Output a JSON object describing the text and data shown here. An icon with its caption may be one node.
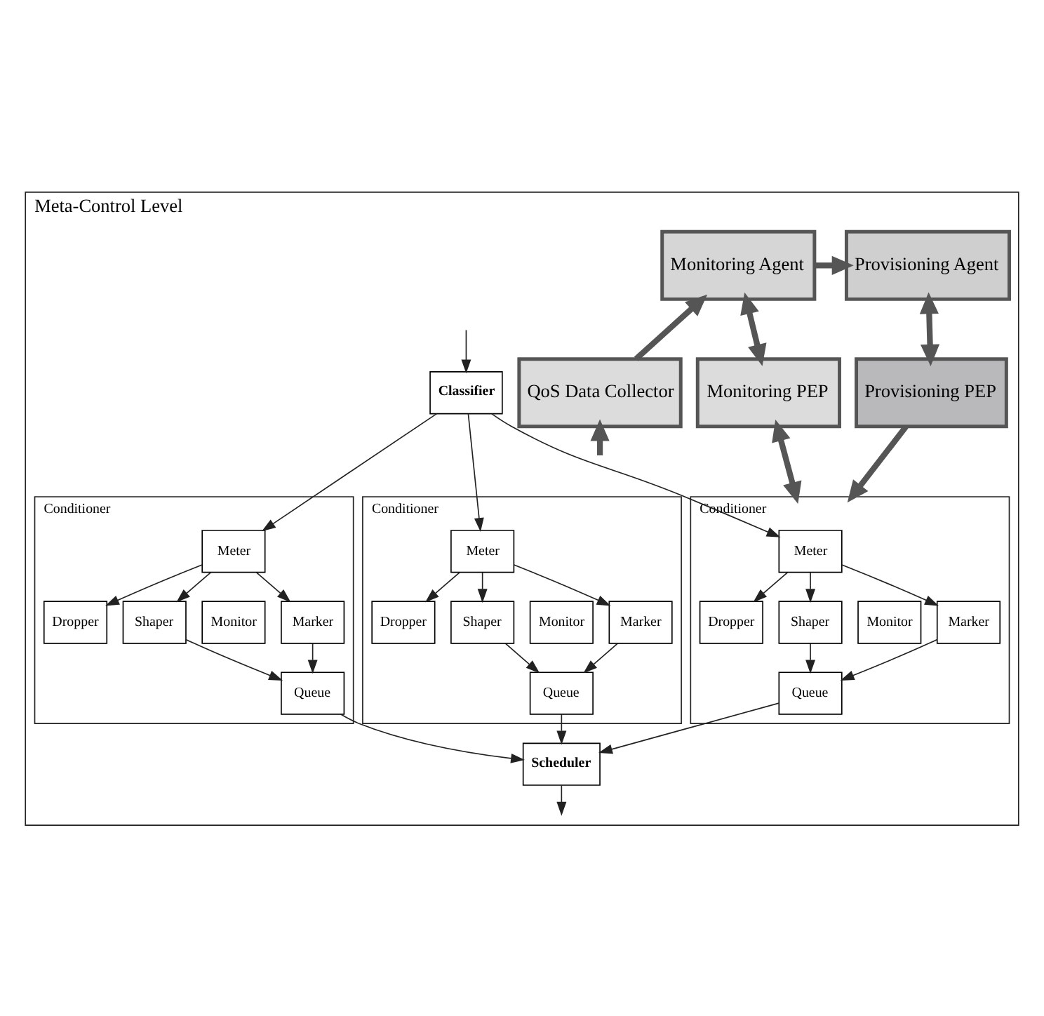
{
  "diagram": {
    "nodes": [
      {
        "text": [
          "Meta-Control Level"
        ]
      },
      {
        "text": [
          "Provisioning Agent"
        ],
        "in": 0
      },
      {
        "text": [
          "Monitoring Agent"
        ],
        "in": 0
      },
      {
        "text": [
          "Provisioning PEP"
        ],
        "in": 0
      },
      {
        "text": [
          "Monitoring PEP"
        ],
        "in": 0
      },
      {
        "text": [
          "QoS Data Collector"
        ],
        "in": 0
      },
      {
        "text": [
          "Classifier"
        ],
        "in": 0
      },
      {
        "text": [
          "Conditioner"
        ],
        "in": 0
      },
      {
        "text": [
          "Meter"
        ],
        "in": 7
      },
      {
        "text": [
          "Dropper"
        ],
        "in": 7
      },
      {
        "text": [
          "Shaper"
        ],
        "in": 7
      },
      {
        "text": [
          "Monitor"
        ],
        "in": 7
      },
      {
        "text": [
          "Marker"
        ],
        "in": 7
      },
      {
        "text": [
          "Queue"
        ],
        "in": 7
      },
      {
        "text": [
          "Conditioner"
        ],
        "in": 0
      },
      {
        "text": [
          "Meter"
        ],
        "in": 14
      },
      {
        "text": [
          "Dropper"
        ],
        "in": 14
      },
      {
        "text": [
          "Shaper"
        ],
        "in": 14
      },
      {
        "text": [
          "Monitor"
        ],
        "in": 14
      },
      {
        "text": [
          "Marker"
        ],
        "in": 14
      },
      {
        "text": [
          "Queue"
        ],
        "in": 14
      },
      {
        "text": [
          "Conditioner"
        ],
        "in": 0
      },
      {
        "text": [
          "Meter"
        ],
        "in": 21
      },
      {
        "text": [
          "Dropper"
        ],
        "in": 21
      },
      {
        "text": [
          "Shaper"
        ],
        "in": 21
      },
      {
        "text": [
          "Monitor"
        ],
        "in": 21
      },
      {
        "text": [
          "Marker"
        ],
        "in": 21
      },
      {
        "text": [
          "Queue"
        ],
        "in": 21
      },
      {
        "text": [
          "Scheduler"
        ],
        "in": 0
      }
    ],
    "edges": [
      {
        "from": 2,
        "to": 1,
        "arrow": "to",
        "style": "thick"
      },
      {
        "from": 5,
        "to": 2,
        "arrow": "to",
        "style": "thick"
      },
      {
        "from": 1,
        "to": 3,
        "arrow": "both",
        "style": "thick"
      },
      {
        "from": 2,
        "to": 4,
        "arrow": "both",
        "style": "thick"
      },
      {
        "from": 3,
        "to": 7,
        "arrow": "to",
        "style": "thick"
      },
      {
        "from": 4,
        "to": 7,
        "arrow": "both",
        "style": "thick"
      },
      {
        "from": null,
        "to": 5,
        "arrow": "to",
        "style": "thick"
      },
      {
        "from": null,
        "to": 6,
        "arrow": "to"
      },
      {
        "from": 6,
        "to": 8,
        "arrow": "to"
      },
      {
        "from": 6,
        "to": 15,
        "arrow": "to"
      },
      {
        "from": 6,
        "to": 22,
        "arrow": "to"
      },
      {
        "from": 8,
        "to": 9,
        "arrow": "to"
      },
      {
        "from": 8,
        "to": 10,
        "arrow": "to"
      },
      {
        "from": 8,
        "to": 12,
        "arrow": "to"
      },
      {
        "from": 10,
        "to": 13,
        "arrow": "to"
      },
      {
        "from": 12,
        "to": 13,
        "arrow": "to"
      },
      {
        "from": 15,
        "to": 16,
        "arrow": "to"
      },
      {
        "from": 15,
        "to": 17,
        "arrow": "to"
      },
      {
        "from": 15,
        "to": 19,
        "arrow": "to"
      },
      {
        "from": 17,
        "to": 20,
        "arrow": "to"
      },
      {
        "from": 19,
        "to": 20,
        "arrow": "to"
      },
      {
        "from": 22,
        "to": 23,
        "arrow": "to"
      },
      {
        "from": 22,
        "to": 24,
        "arrow": "to"
      },
      {
        "from": 22,
        "to": 26,
        "arrow": "to"
      },
      {
        "from": 24,
        "to": 27,
        "arrow": "to"
      },
      {
        "from": 26,
        "to": 27,
        "arrow": "to"
      },
      {
        "from": 13,
        "to": 28,
        "arrow": "to"
      },
      {
        "from": 20,
        "to": 28,
        "arrow": "to"
      },
      {
        "from": 27,
        "to": 28,
        "arrow": "to"
      },
      {
        "from": 28,
        "to": null,
        "arrow": "to"
      }
    ]
  }
}
